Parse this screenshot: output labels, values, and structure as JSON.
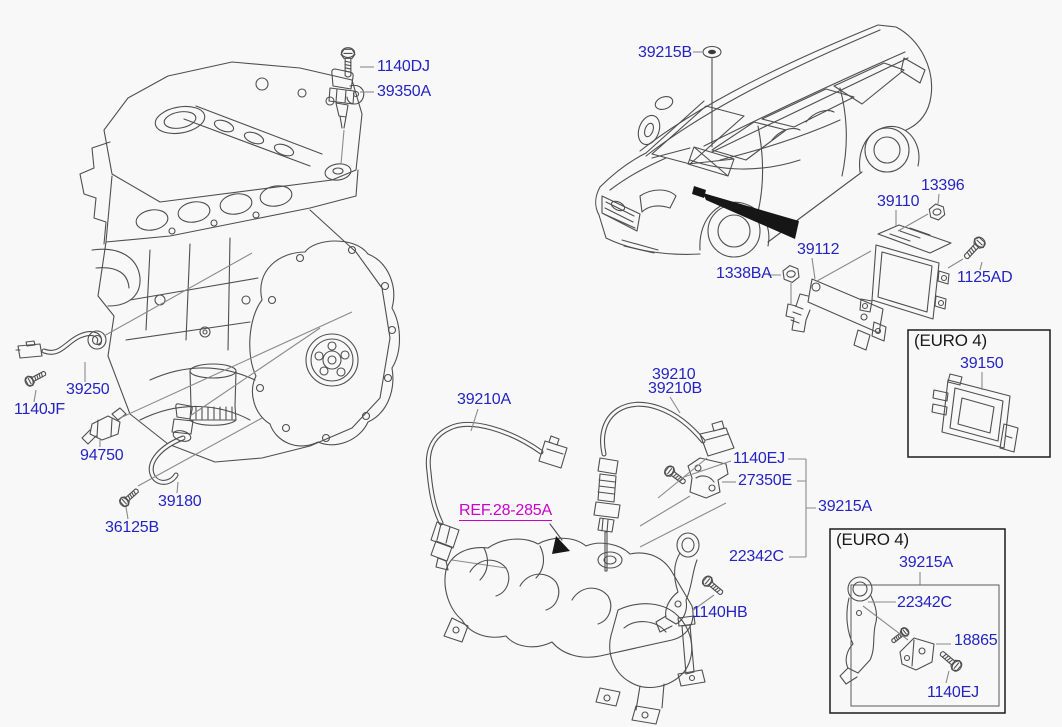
{
  "diagram": {
    "type": "exploded-parts-diagram-electronic-control",
    "colors": {
      "part_label": "#2424c4",
      "reference_label": "#cc00cc",
      "line_art": "#4f4f4f",
      "background": "#f8f8f8"
    },
    "parts": {
      "bolt_temp_sensor": "1140DJ",
      "temp_sensor": "39350A",
      "grommet": "39215B",
      "nut_ecu": "13396",
      "ecu": "39110",
      "ecu_bracket": "39112",
      "nut_ecu_bracket": "1338BA",
      "bolt_ecu": "1125AD",
      "o2_sensor_upper": "39210",
      "o2_sensor_upper_alt": "39210B",
      "o2_sensor_front": "39210A",
      "bolt_bracket": "1140EJ",
      "bracket_support": "27350E",
      "bracket_assy": "39215A",
      "bracket_lower": "22342C",
      "bolt_manifold_stay": "1140HB",
      "knock_sensor": "39250",
      "bolt_knock_sensor": "1140JF",
      "oil_pressure_switch": "94750",
      "crankshaft_sensor": "39180",
      "bolt_crankshaft_sensor": "36125B",
      "reference": "REF.28-285A"
    },
    "euro4_ecm_box": {
      "caption": "(EURO 4)",
      "ecm_bracket": "39150"
    },
    "euro4_bracket_box": {
      "caption": "(EURO 4)",
      "bracket_assy": "39215A",
      "bracket_lower": "22342C",
      "bracket_stay": "18865",
      "bolt": "1140EJ"
    }
  }
}
